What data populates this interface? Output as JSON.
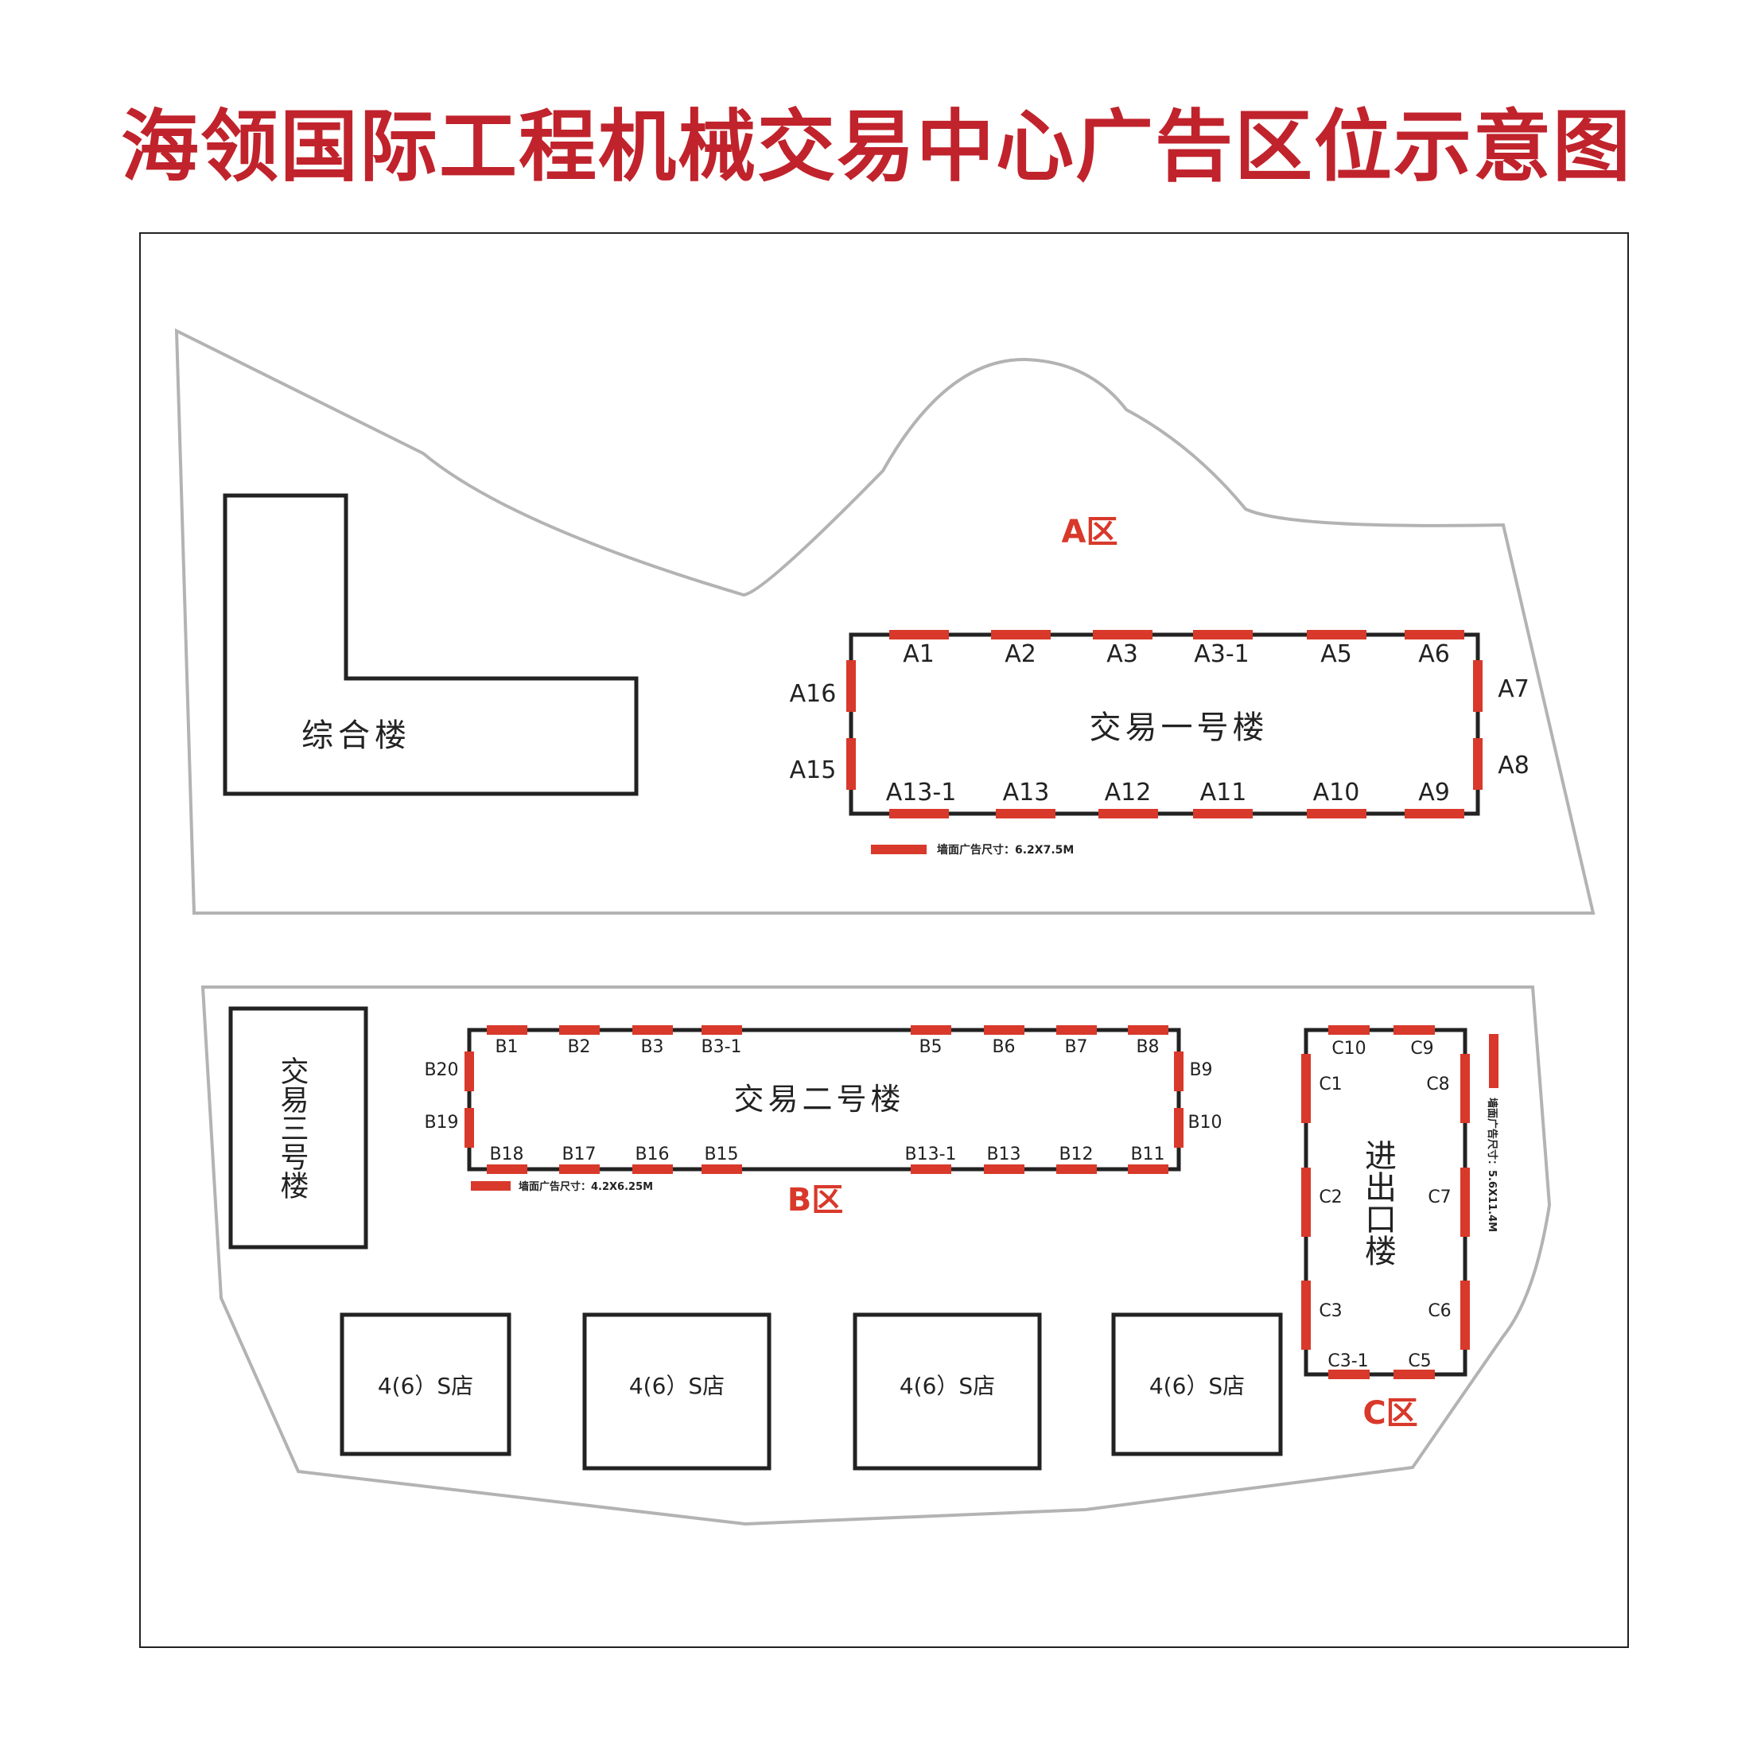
{
  "title": "海领国际工程机械交易中心广告区位示意图",
  "colors": {
    "title": "#c0232c",
    "ad_strip": "#d8392b",
    "site_outline": "#b3b3b3",
    "building": "#222222"
  },
  "zones": {
    "a": "A区",
    "b": "B区",
    "c": "C区"
  },
  "buildings": {
    "zonghe": "综合楼",
    "trade1": "交易一号楼",
    "trade2": "交易二号楼",
    "trade3": "交易三号楼",
    "import_export": "进出口楼",
    "shop": "4(6）S店"
  },
  "legends": {
    "a": "墙面广告尺寸：6.2X7.5M",
    "b": "墙面广告尺寸：4.2X6.25M",
    "c": "墙面广告尺寸：5.6X11.4M"
  },
  "ad_positions": {
    "a": [
      "A1",
      "A2",
      "A3",
      "A3-1",
      "A5",
      "A6",
      "A7",
      "A8",
      "A9",
      "A10",
      "A11",
      "A12",
      "A13",
      "A13-1",
      "A15",
      "A16"
    ],
    "b": [
      "B1",
      "B2",
      "B3",
      "B3-1",
      "B5",
      "B6",
      "B7",
      "B8",
      "B9",
      "B10",
      "B11",
      "B12",
      "B13",
      "B13-1",
      "B15",
      "B16",
      "B17",
      "B18",
      "B19",
      "B20"
    ],
    "c": [
      "C1",
      "C2",
      "C3",
      "C3-1",
      "C5",
      "C6",
      "C7",
      "C8",
      "C9",
      "C10"
    ]
  }
}
